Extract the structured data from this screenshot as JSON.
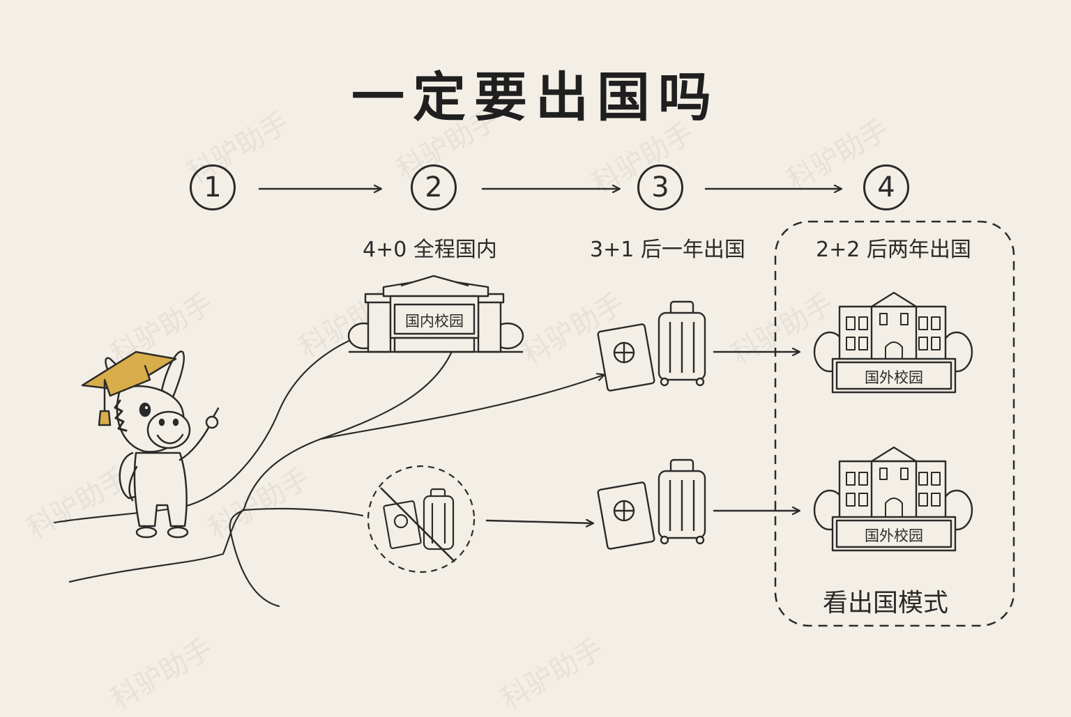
{
  "title": "一定要出国吗",
  "steps": [
    "1",
    "2",
    "3",
    "4"
  ],
  "modes": {
    "mode_4_0": "4+0 全程国内",
    "mode_3_1": "3+1 后一年出国",
    "mode_2_2": "2+2 后两年出国"
  },
  "signs": {
    "domestic_campus": "国内校园",
    "foreign_campus_top": "国外校园",
    "foreign_campus_bottom": "国外校园"
  },
  "caption": "看出国模式",
  "watermark": "科驴助手",
  "colors": {
    "background": "#f3efe6",
    "ink": "#2a2a2a",
    "cap_gold": "#d8ad4a"
  }
}
